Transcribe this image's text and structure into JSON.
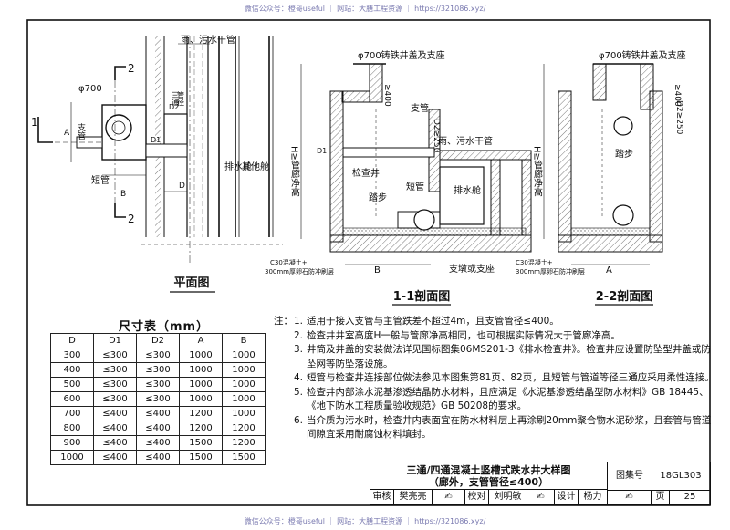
{
  "watermark": {
    "top": "微信公众号：橙哥useful ｜ 网站：大膳工程资源 ｜ https://321086.xyz/",
    "bottom": "微信公众号：橙哥useful ｜ 网站：大膳工程资源 ｜ https://321086.xyz/"
  },
  "plan": {
    "title": "平面图",
    "main_pipe": "雨、污水干管",
    "phi": "φ700",
    "branch": "支管",
    "tee": "三通",
    "pipe_dia": "管径",
    "short_pipe": "短管",
    "drain": "排水舱",
    "other": "其他舱",
    "sec1": "1",
    "sec2": "2",
    "dim_a": "A",
    "dim_b": "B",
    "dim_d": "D",
    "dim_d1": "D1",
    "dim_d2": "D2"
  },
  "sec11": {
    "title": "1-1剖面图",
    "cover": "φ700铸铁井盖及支座",
    "h400": "≥400",
    "d2_250": "D2≥250",
    "branch": "支管",
    "main_pipe": "雨、污水干管",
    "well": "检查井",
    "step": "踏步",
    "short_pipe": "短管",
    "drain": "排水舱",
    "h_label": "H≥管廊净高",
    "d1": "D1",
    "concrete": "C30混凝土+",
    "gravel": "300mm厚卵石防冲刷层",
    "support": "支墩或支座",
    "dim_b": "B"
  },
  "sec22": {
    "title": "2-2剖面图",
    "cover": "φ700铸铁井盖及支座",
    "h400": "≥400",
    "d2_250": "D2≥250",
    "step": "踏步",
    "h_label": "H≥管廊净高",
    "concrete": "C30混凝土+",
    "gravel": "300mm厚卵石防冲刷层",
    "dim_a": "A"
  },
  "dims_table": {
    "title": "尺寸表（mm）",
    "headers": [
      "D",
      "D1",
      "D2",
      "A",
      "B"
    ],
    "rows": [
      [
        "300",
        "≤300",
        "≤300",
        "1000",
        "1000"
      ],
      [
        "400",
        "≤300",
        "≤300",
        "1000",
        "1000"
      ],
      [
        "500",
        "≤300",
        "≤300",
        "1000",
        "1000"
      ],
      [
        "600",
        "≤300",
        "≤300",
        "1000",
        "1000"
      ],
      [
        "700",
        "≤400",
        "≤400",
        "1200",
        "1000"
      ],
      [
        "800",
        "≤400",
        "≤400",
        "1200",
        "1200"
      ],
      [
        "900",
        "≤400",
        "≤400",
        "1500",
        "1200"
      ],
      [
        "1000",
        "≤400",
        "≤400",
        "1500",
        "1500"
      ]
    ]
  },
  "notes": {
    "lead": "注：",
    "items": [
      {
        "n": "1.",
        "t": "适用于接入支管与主管跌差不超过4m，且支管管径≤400。"
      },
      {
        "n": "2.",
        "t": "检查井井室高度H一般与管廊净高相同，也可根据实际情况大于管廊净高。"
      },
      {
        "n": "3.",
        "t": "井筒及井盖的安装做法详见国标图集06MS201-3《排水检查井》。检查井应设置防坠型井盖或防坠网等防坠落设施。"
      },
      {
        "n": "4.",
        "t": "短管与检查井连接部位做法参见本图集第81页、82页，且短管与管道等径三通应采用柔性连接。"
      },
      {
        "n": "5.",
        "t": "检查井内部涂水泥基渗透结晶防水材料，且应满足《水泥基渗透结晶型防水材料》GB 18445、《地下防水工程质量验收规范》GB 50208的要求。"
      },
      {
        "n": "6.",
        "t": "当介质为污水时，检查井内表面宜在防水材料层上再涂刷20mm聚合物水泥砂浆，且套管与管道间隙宜采用耐腐蚀材料填封。"
      }
    ]
  },
  "title_block": {
    "title_line1": "三通/四通混凝土竖槽式跌水井大样图",
    "title_line2": "（廊外，支管管径≤400）",
    "atlas_label": "图集号",
    "atlas_no": "18GL303",
    "review": "审核",
    "reviewer": "樊亮亮",
    "check": "校对",
    "checker": "刘明敏",
    "design": "设计",
    "designer": "杨力",
    "page_label": "页",
    "page_no": "25"
  }
}
